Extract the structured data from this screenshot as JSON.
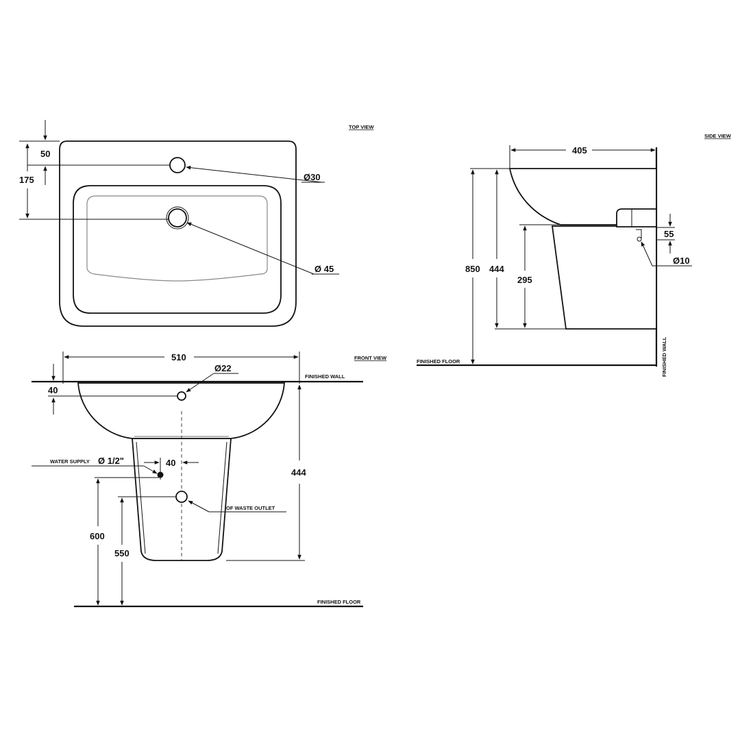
{
  "views": {
    "top": "TOP VIEW",
    "front": "FRONT VIEW",
    "side": "SIDE VIEW"
  },
  "top_view": {
    "dim_50": "50",
    "dim_175": "175",
    "tap_hole": "Ø30",
    "drain_hole": "Ø 45"
  },
  "front_view": {
    "width": "510",
    "overflow": "Ø22",
    "dim_40_top": "40",
    "finished_wall": "FINISHED WALL",
    "water_supply": "WATER SUPPLY",
    "supply_size": "Ø 1/2\"",
    "dim_40_offset": "40",
    "waste_outlet": "OF WASTE OUTLET",
    "height_444": "444",
    "height_600": "600",
    "height_550": "550",
    "finished_floor": "FINISHED FLOOR"
  },
  "side_view": {
    "depth": "405",
    "height_850": "850",
    "height_444": "444",
    "height_295": "295",
    "dim_55": "55",
    "bolt": "Ø10",
    "finished_floor": "FINISHED FLOOR",
    "finished_wall": "FINISHED WALL"
  }
}
